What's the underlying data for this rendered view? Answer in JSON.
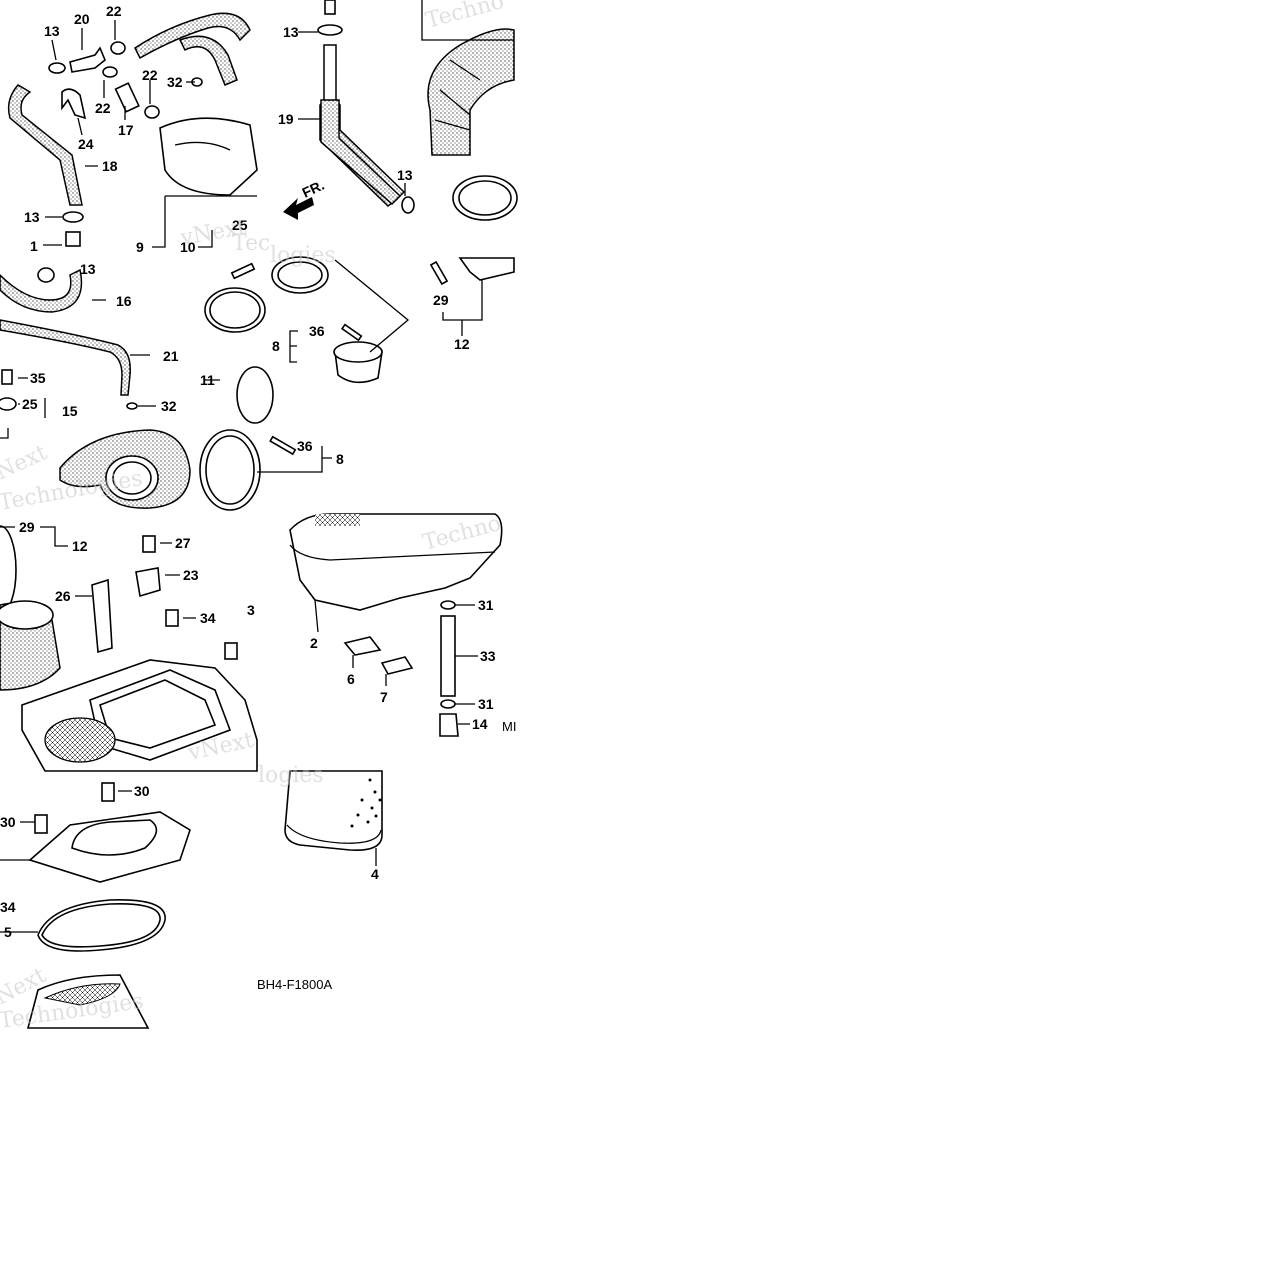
{
  "diagram": {
    "code": "BH4-F1800A",
    "direction_label": "FR.",
    "watermark_words": [
      "Techno",
      "vNext",
      "Technologies",
      "Tec",
      "Next",
      "logies"
    ],
    "callouts": {
      "t1": [
        "13",
        "20",
        "22",
        "22",
        "32",
        "24",
        "22",
        "17",
        "18",
        "13",
        "1",
        "9",
        "10",
        "25"
      ],
      "t2": [
        "13",
        "19",
        "13"
      ],
      "t4": [
        "13",
        "16",
        "21",
        "35",
        "25",
        "15",
        "32"
      ],
      "t5": [
        "36",
        "8",
        "11",
        "36",
        "8"
      ],
      "t6": [
        "29",
        "12"
      ],
      "t7": [
        "29",
        "12",
        "27",
        "23",
        "26",
        "34",
        "3"
      ],
      "t8": [
        "31",
        "33",
        "2",
        "6",
        "7",
        "31",
        "14",
        "MI"
      ],
      "t10": [
        "30",
        "30",
        "34",
        "5"
      ],
      "t11": [
        "4"
      ]
    }
  }
}
